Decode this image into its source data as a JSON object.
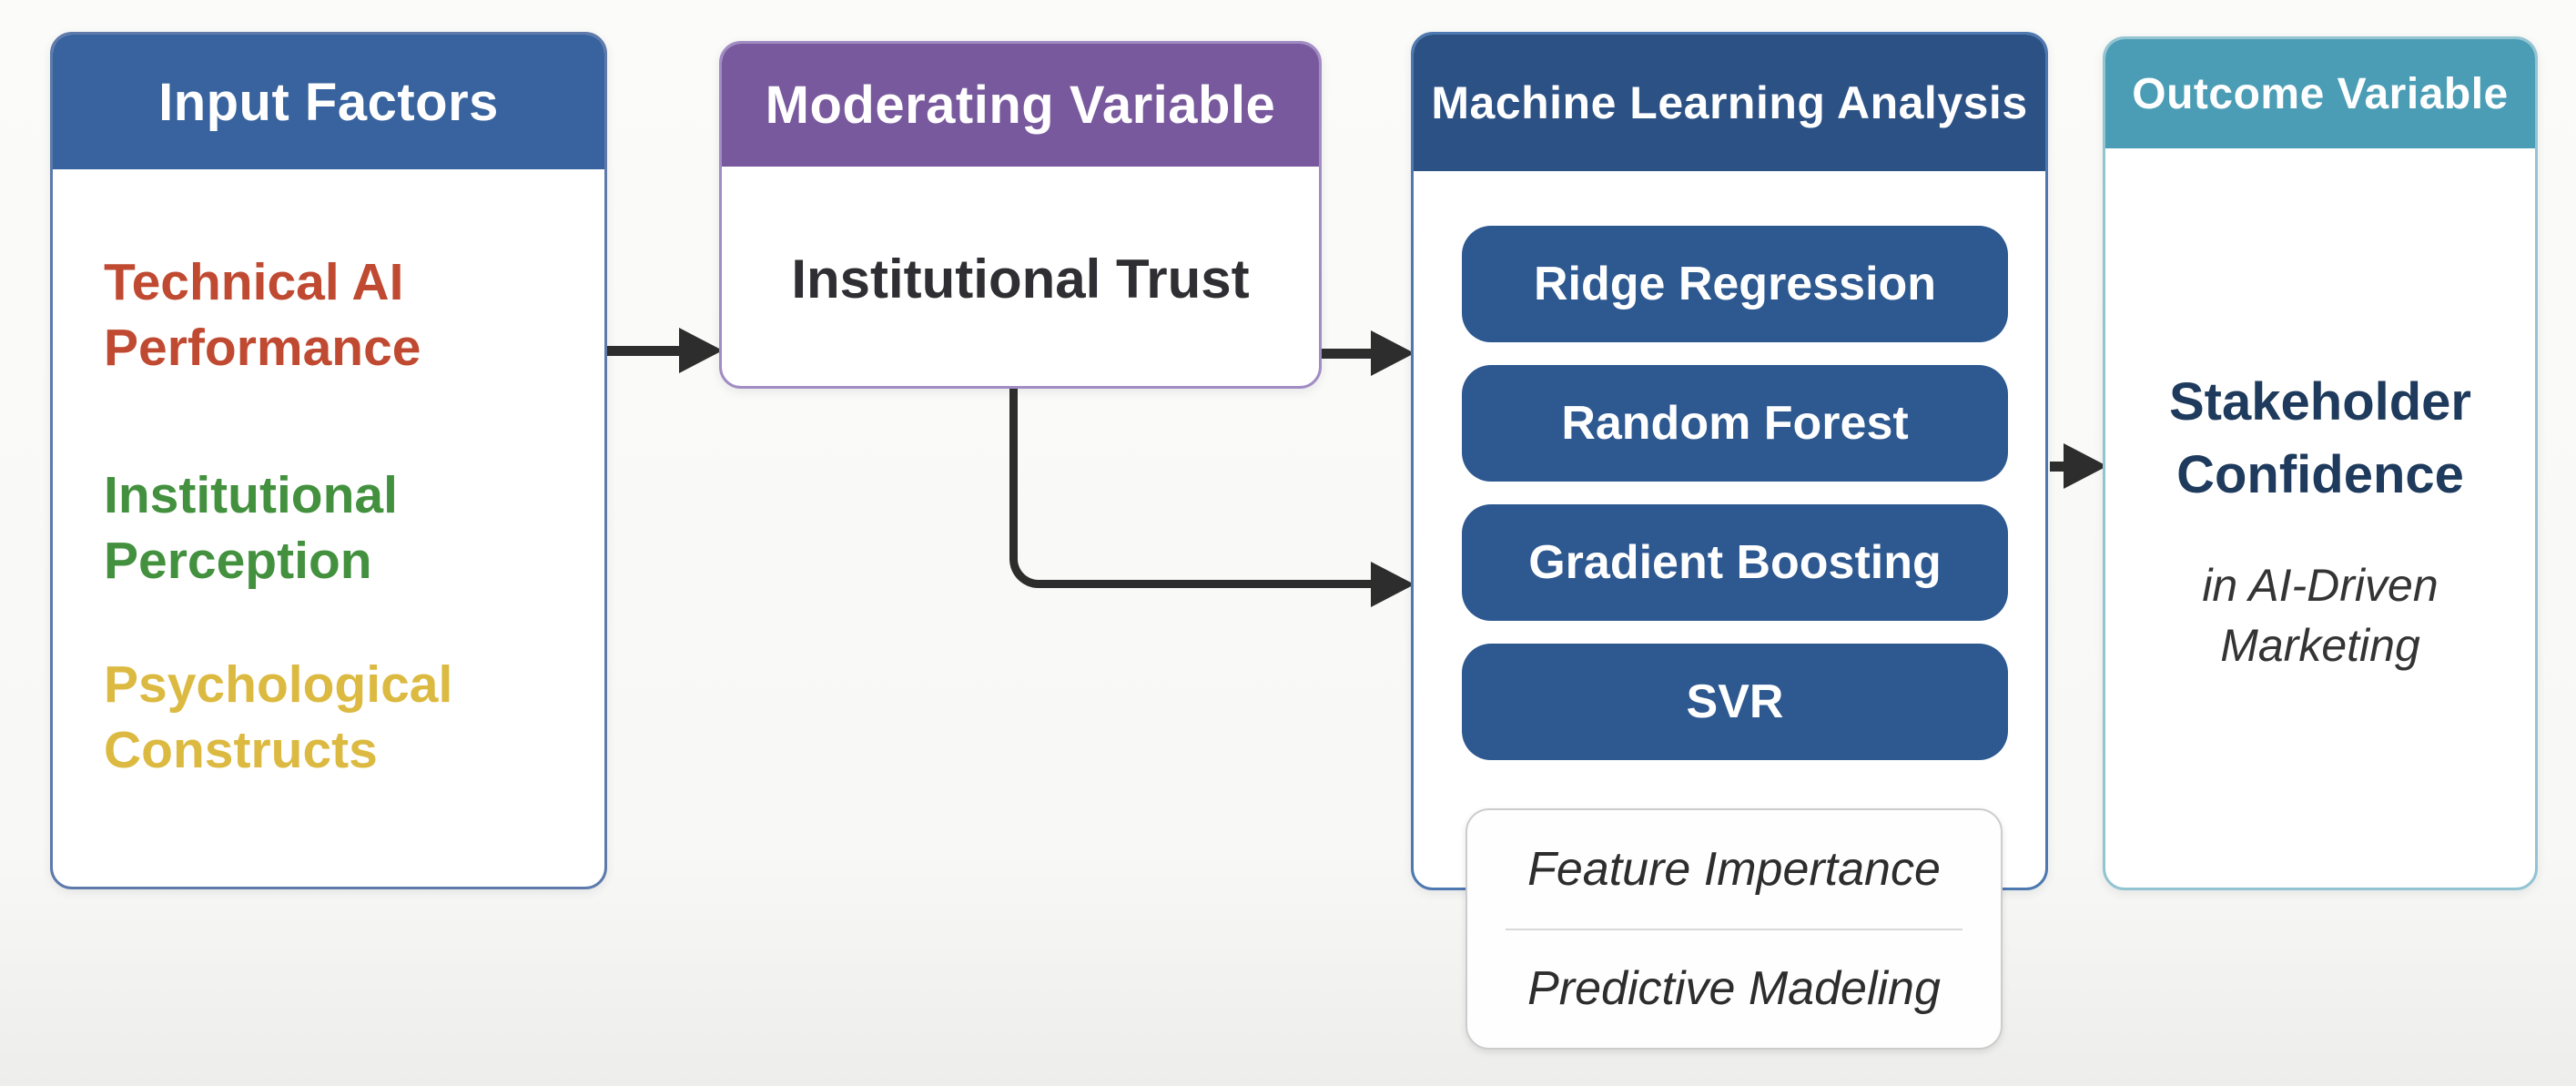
{
  "diagram": {
    "arrow_color": "#2d2d2d",
    "columns": {
      "input": {
        "title": "Input Factors",
        "header_color": "#38639e",
        "border_color": "#5d7aab",
        "items": [
          {
            "lines": [
              "Technical AI",
              "Performance"
            ],
            "color": "#c04a31"
          },
          {
            "lines": [
              "Institutional",
              "Perception"
            ],
            "color": "#43913f"
          },
          {
            "lines": [
              "Psychological",
              "Constructs"
            ],
            "color": "#dcba41"
          }
        ]
      },
      "moderator": {
        "title": "Moderating Variable",
        "header_color": "#78599d",
        "border_color": "#a18cc4",
        "value": "Institutional Trust"
      },
      "ml": {
        "title": "Machine Learning Analysis",
        "header_color": "#2c5185",
        "border_color": "#4d78b0",
        "pill_color": "#2d5890",
        "models": [
          {
            "label": "Ridge Regression"
          },
          {
            "label": "Random Forest"
          },
          {
            "label": "Gradient Boosting"
          },
          {
            "label": "SVR"
          }
        ],
        "outputs": [
          {
            "label": "Feature Impertance"
          },
          {
            "label": "Predictive Madeling"
          }
        ]
      },
      "outcome": {
        "title": "Outcome Variable",
        "header_color": "#4b9db6",
        "border_color": "#93c4d2",
        "value_color": "#1e3a5c",
        "value_lines": [
          "Stakeholder",
          "Confidence"
        ],
        "subtitle_lines": [
          "in AI-Driven",
          "Marketing"
        ]
      }
    }
  }
}
